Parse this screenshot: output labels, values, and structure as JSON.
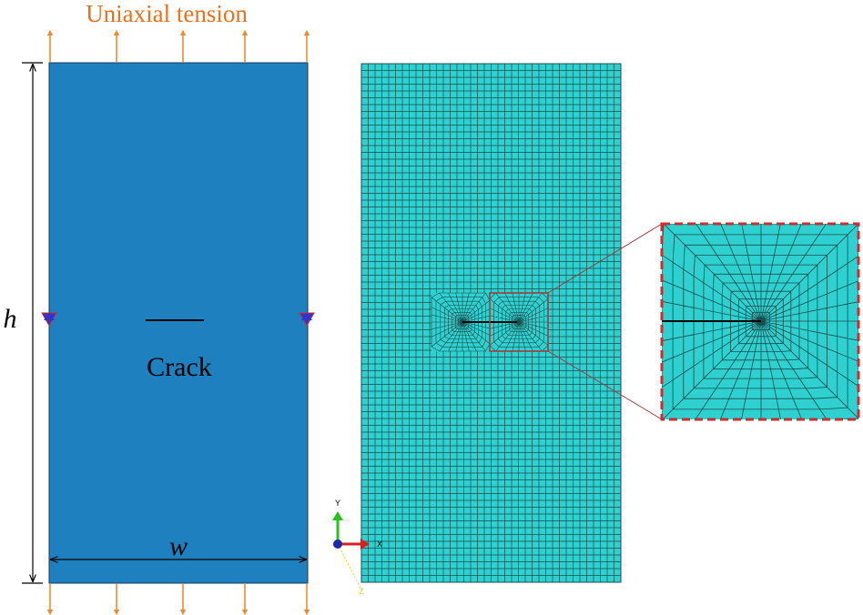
{
  "left_panel": {
    "title": "Uniaxial tension",
    "crack_label": "Crack",
    "height_label": "h",
    "width_label": "w"
  },
  "triad": {
    "y_label": "Y",
    "x_label": "X",
    "z_label": "Z"
  },
  "colors": {
    "plate": "#1f80bf",
    "load_arrow": "#f08a2c",
    "title": "#e8721c",
    "mesh_fill": "#2fd0d0",
    "mesh_line": "#1b4d4d",
    "zoom_border": "#d42a2a",
    "detail_box": "#a33a3a",
    "support_fill": "#3233c8",
    "support_edge": "#d42a2a"
  }
}
